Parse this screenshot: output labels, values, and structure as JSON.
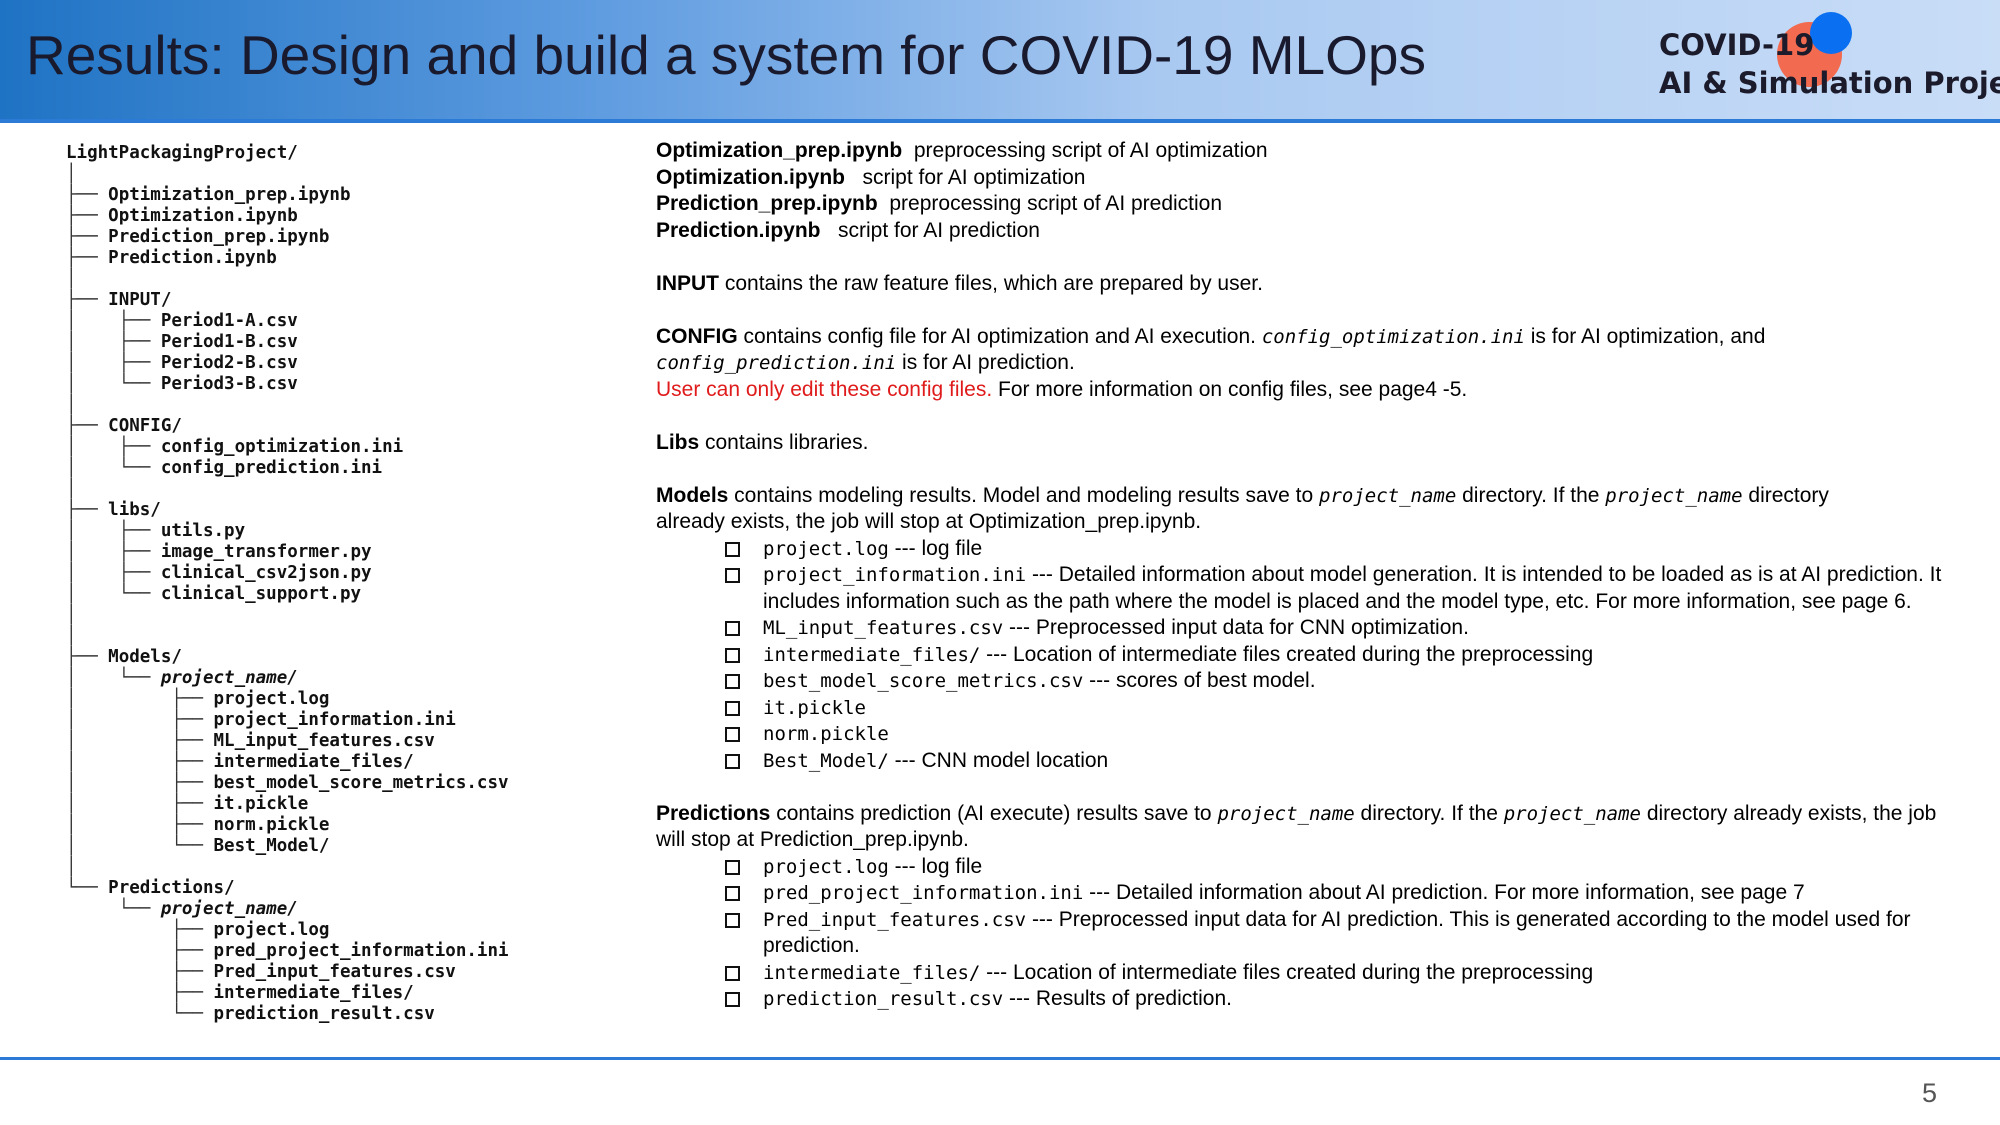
{
  "header": {
    "title": "Results: Design and build a system for COVID-19 MLOps",
    "logo_line1": "COVID-19",
    "logo_line2": "AI & Simulation Project"
  },
  "tree": [
    {
      "guide": "",
      "name": "LightPackagingProject/",
      "italic": false
    },
    {
      "guide": "│",
      "name": "",
      "italic": false
    },
    {
      "guide": "├── ",
      "name": "Optimization_prep.ipynb",
      "italic": false
    },
    {
      "guide": "├── ",
      "name": "Optimization.ipynb",
      "italic": false
    },
    {
      "guide": "├── ",
      "name": "Prediction_prep.ipynb",
      "italic": false
    },
    {
      "guide": "├── ",
      "name": "Prediction.ipynb",
      "italic": false
    },
    {
      "guide": "│",
      "name": "",
      "italic": false
    },
    {
      "guide": "├── ",
      "name": "INPUT/",
      "italic": false
    },
    {
      "guide": "│    ├── ",
      "name": "Period1-A.csv",
      "italic": false
    },
    {
      "guide": "│    ├── ",
      "name": "Period1-B.csv",
      "italic": false
    },
    {
      "guide": "│    ├── ",
      "name": "Period2-B.csv",
      "italic": false
    },
    {
      "guide": "│    └── ",
      "name": "Period3-B.csv",
      "italic": false
    },
    {
      "guide": "│",
      "name": "",
      "italic": false
    },
    {
      "guide": "├── ",
      "name": "CONFIG/",
      "italic": false
    },
    {
      "guide": "│    ├── ",
      "name": "config_optimization.ini",
      "italic": false
    },
    {
      "guide": "│    └── ",
      "name": "config_prediction.ini",
      "italic": false
    },
    {
      "guide": "│",
      "name": "",
      "italic": false
    },
    {
      "guide": "├── ",
      "name": "libs/",
      "italic": false
    },
    {
      "guide": "│    ├── ",
      "name": "utils.py",
      "italic": false
    },
    {
      "guide": "│    ├── ",
      "name": "image_transformer.py",
      "italic": false
    },
    {
      "guide": "│    ├── ",
      "name": "clinical_csv2json.py",
      "italic": false
    },
    {
      "guide": "│    └── ",
      "name": "clinical_support.py",
      "italic": false
    },
    {
      "guide": "│",
      "name": "",
      "italic": false
    },
    {
      "guide": "│",
      "name": "",
      "italic": false
    },
    {
      "guide": "├── ",
      "name": "Models/",
      "italic": false
    },
    {
      "guide": "│    └── ",
      "name": "project_name/",
      "italic": true
    },
    {
      "guide": "│         ├── ",
      "name": "project.log",
      "italic": false
    },
    {
      "guide": "│         ├── ",
      "name": "project_information.ini",
      "italic": false
    },
    {
      "guide": "│         ├── ",
      "name": "ML_input_features.csv",
      "italic": false
    },
    {
      "guide": "│         ├── ",
      "name": "intermediate_files/",
      "italic": false
    },
    {
      "guide": "│         ├── ",
      "name": "best_model_score_metrics.csv",
      "italic": false
    },
    {
      "guide": "│         ├── ",
      "name": "it.pickle",
      "italic": false
    },
    {
      "guide": "│         ├── ",
      "name": "norm.pickle",
      "italic": false
    },
    {
      "guide": "│         └── ",
      "name": "Best_Model/",
      "italic": false
    },
    {
      "guide": "│",
      "name": "",
      "italic": false
    },
    {
      "guide": "└── ",
      "name": "Predictions/",
      "italic": false
    },
    {
      "guide": "     └── ",
      "name": "project_name/",
      "italic": true
    },
    {
      "guide": "          ├── ",
      "name": "project.log",
      "italic": false
    },
    {
      "guide": "          ├── ",
      "name": "pred_project_information.ini",
      "italic": false
    },
    {
      "guide": "          ├── ",
      "name": "Pred_input_features.csv",
      "italic": false
    },
    {
      "guide": "          ├── ",
      "name": "intermediate_files/",
      "italic": false
    },
    {
      "guide": "          └── ",
      "name": "prediction_result.csv",
      "italic": false
    }
  ],
  "scripts": [
    {
      "name": "Optimization_prep.ipynb",
      "desc": "  preprocessing script of AI optimization"
    },
    {
      "name": "Optimization.ipynb",
      "desc": "   script for AI optimization"
    },
    {
      "name": "Prediction_prep.ipynb",
      "desc": "  preprocessing script of AI prediction"
    },
    {
      "name": "Prediction.ipynb",
      "desc": "   script for AI prediction"
    }
  ],
  "input": {
    "label": "INPUT",
    "text": " contains the raw feature files, which are prepared by user."
  },
  "config": {
    "label": "CONFIG",
    "text1": " contains config file for AI optimization and AI execution. ",
    "file1": "config_optimization.ini",
    "text2": " is for AI optimization, and",
    "file2": "config_prediction.ini",
    "text3": " is for AI prediction.",
    "warning": "User can only edit these config files.",
    "text4": " For more information on config files, see page4 -5."
  },
  "libs": {
    "label": "Libs",
    "text": " contains libraries."
  },
  "models": {
    "label": "Models",
    "text1": " contains modeling results. Model and modeling results save to ",
    "var": "project_name",
    "text2": " directory. If the ",
    "text3": " directory",
    "text4": "already exists, the job will stop at Optimization_prep.ipynb.",
    "items": [
      {
        "file": "project.log",
        "desc": " --- log file"
      },
      {
        "file": "project_information.ini",
        "desc": " --- Detailed information about model generation. It is intended to be loaded as is at AI prediction. It includes information such as the path where the model is placed and the model type, etc. For more information, see page 6."
      },
      {
        "file": "ML_input_features.csv",
        "desc": " --- Preprocessed input data for CNN optimization."
      },
      {
        "file": "intermediate_files/",
        "desc": " --- Location of intermediate files created during the preprocessing"
      },
      {
        "file": "best_model_score_metrics.csv",
        "desc": " --- scores of best model."
      },
      {
        "file": "it.pickle",
        "desc": ""
      },
      {
        "file": "norm.pickle",
        "desc": ""
      },
      {
        "file": "Best_Model/",
        "desc": " --- CNN model location"
      }
    ]
  },
  "predictions": {
    "label": "Predictions",
    "text1": " contains prediction (AI execute) results save to ",
    "var": "project_name",
    "text2": " directory. If the ",
    "text3": " directory already exists, the job will stop at Prediction_prep.ipynb.",
    "items": [
      {
        "file": "project.log",
        "desc": " --- log file"
      },
      {
        "file": "pred_project_information.ini",
        "desc": " --- Detailed information about AI prediction. For more information, see page 7"
      },
      {
        "file": "Pred_input_features.csv",
        "desc": " --- Preprocessed input data for AI prediction. This is generated according to the model used for prediction."
      },
      {
        "file": "intermediate_files/",
        "desc": " --- Location of intermediate files created during the preprocessing"
      },
      {
        "file": "prediction_result.csv",
        "desc": " --- Results of prediction."
      }
    ]
  },
  "page_number": "5",
  "colors": {
    "accent": "#2b7ad6",
    "warning": "#e01b1b",
    "logo_red": "#f26a4f",
    "logo_blue": "#0a6ff0"
  }
}
